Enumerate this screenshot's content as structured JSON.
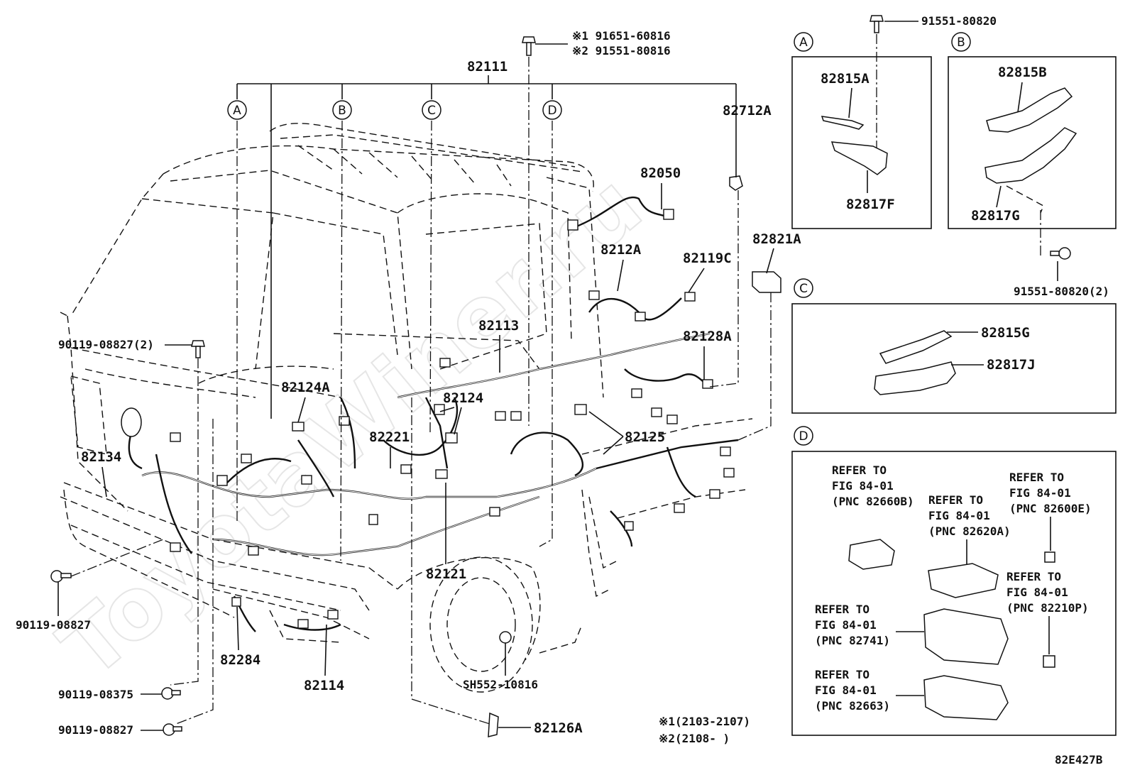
{
  "diagram": {
    "watermark": "ToyotaWiner.ru",
    "figure_code": "82E427B",
    "footnotes": {
      "note1": "※1(2103-2107)",
      "note2": "※2(2108-      )"
    },
    "section_markers": [
      "A",
      "B",
      "C",
      "D"
    ],
    "main_labels": {
      "p82111": "82111",
      "p82712A": "82712A",
      "p82050": "82050",
      "p8212A": "8212A",
      "p82119C": "82119C",
      "p82821A": "82821A",
      "p82113": "82113",
      "p82128A": "82128A",
      "p82124A": "82124A",
      "p82124": "82124",
      "p82221": "82221",
      "p82125": "82125",
      "p82134": "82134",
      "p82121": "82121",
      "p82284": "82284",
      "p82114": "82114",
      "p82126A": "82126A",
      "sh552": "SH552-10816",
      "b90119_08827_2": "90119-08827(2)",
      "b90119_08827": "90119-08827",
      "b90119_08375": "90119-08375",
      "b90119_08827_b": "90119-08827",
      "top_bolt_1": "※1 91651-60816",
      "top_bolt_2": "※2 91551-80816"
    },
    "panel_a": {
      "marker": "A",
      "top_bolt": "91551-80820",
      "upper": "82815A",
      "lower": "82817F"
    },
    "panel_b": {
      "marker": "B",
      "upper": "82815B",
      "lower": "82817G",
      "bolt": "91551-80820(2)"
    },
    "panel_c": {
      "marker": "C",
      "upper": "82815G",
      "lower": "82817J"
    },
    "panel_d": {
      "marker": "D",
      "ref1": [
        "REFER TO",
        "FIG 84-01",
        "(PNC 82660B)"
      ],
      "ref2": [
        "REFER TO",
        "FIG 84-01",
        "(PNC 82620A)"
      ],
      "ref3": [
        "REFER TO",
        "FIG 84-01",
        "(PNC 82600E)"
      ],
      "ref4": [
        "REFER TO",
        "FIG 84-01",
        "(PNC 82210P)"
      ],
      "ref5": [
        "REFER TO",
        "FIG 84-01",
        "(PNC 82741)"
      ],
      "ref6": [
        "REFER TO",
        "FIG 84-01",
        "(PNC 82663)"
      ]
    }
  }
}
